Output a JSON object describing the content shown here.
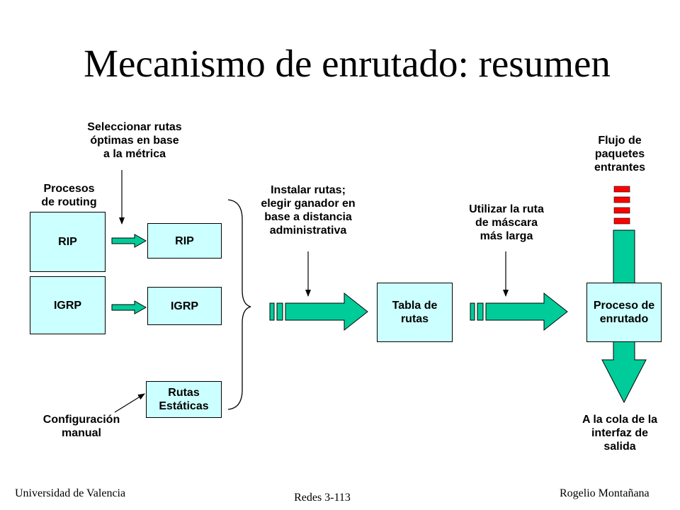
{
  "title": "Mecanismo de enrutado: resumen",
  "labels": {
    "select_routes": "Seleccionar rutas\nóptimas en base\na la métrica",
    "routing_processes": "Procesos\nde routing",
    "install_routes": "Instalar rutas;\nelegir ganador en\nbase a distancia\nadministrativa",
    "longest_mask": "Utilizar la ruta\nde máscara\nmás larga",
    "incoming_flow": "Flujo de\npaquetes\nentrantes",
    "manual_config": "Configuración\nmanual",
    "output_queue": "A la cola de la\ninterfaz de\nsalida"
  },
  "boxes": {
    "rip_process": "RIP",
    "igrp_process": "IGRP",
    "rip_table": "RIP",
    "igrp_table": "IGRP",
    "static_routes": "Rutas\nEstáticas",
    "routing_table": "Tabla de\nrutas",
    "routing_process": "Proceso de\nenrutado"
  },
  "footer": {
    "left": "Universidad de Valencia",
    "center": "Redes 3-113",
    "right": "Rogelio Montañana"
  },
  "colors": {
    "box_fill": "#ccffff",
    "arrow_green": "#00cc99",
    "packet_red": "#ff0000"
  }
}
